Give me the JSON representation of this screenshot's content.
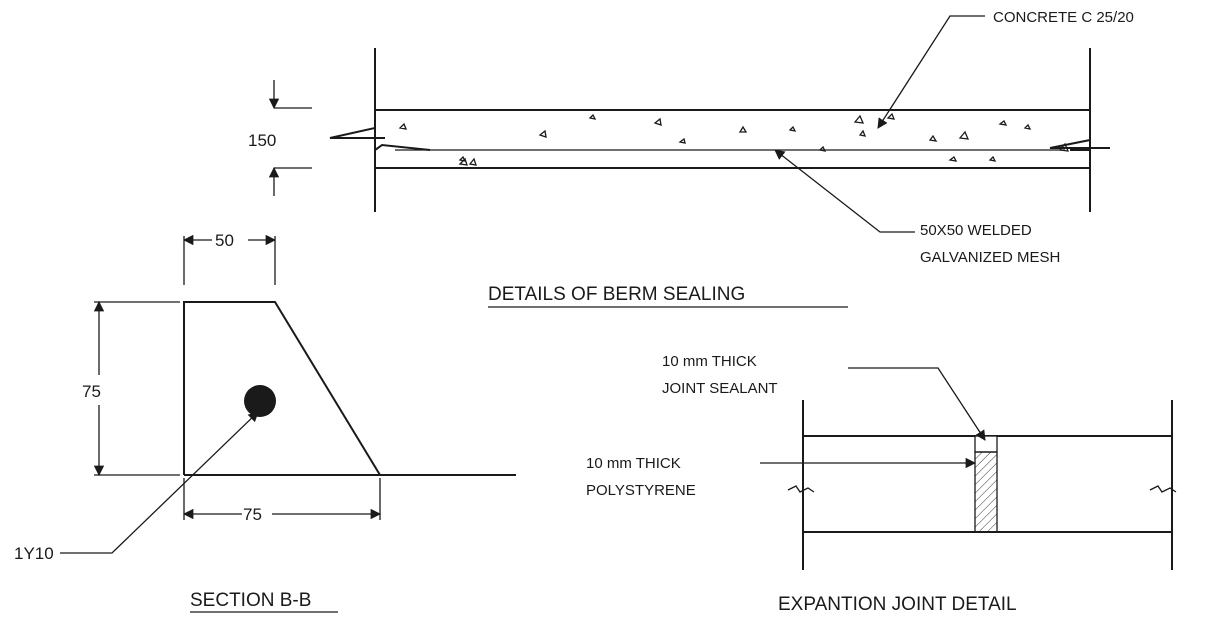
{
  "berm": {
    "dim_thickness": "150",
    "label_concrete": "CONCRETE C 25/20",
    "label_mesh_line1": "50X50 WELDED",
    "label_mesh_line2": "GALVANIZED MESH",
    "title": "DETAILS OF BERM SEALING"
  },
  "section": {
    "dim_top": "50",
    "dim_height": "75",
    "dim_bottom": "75",
    "label_bar": "1Y10",
    "title": "SECTION B-B"
  },
  "joint": {
    "label_sealant_line1": "10 mm THICK",
    "label_sealant_line2": "JOINT SEALANT",
    "label_poly_line1": "10 mm THICK",
    "label_poly_line2": "POLYSTYRENE",
    "title": "EXPANTION JOINT DETAIL"
  }
}
